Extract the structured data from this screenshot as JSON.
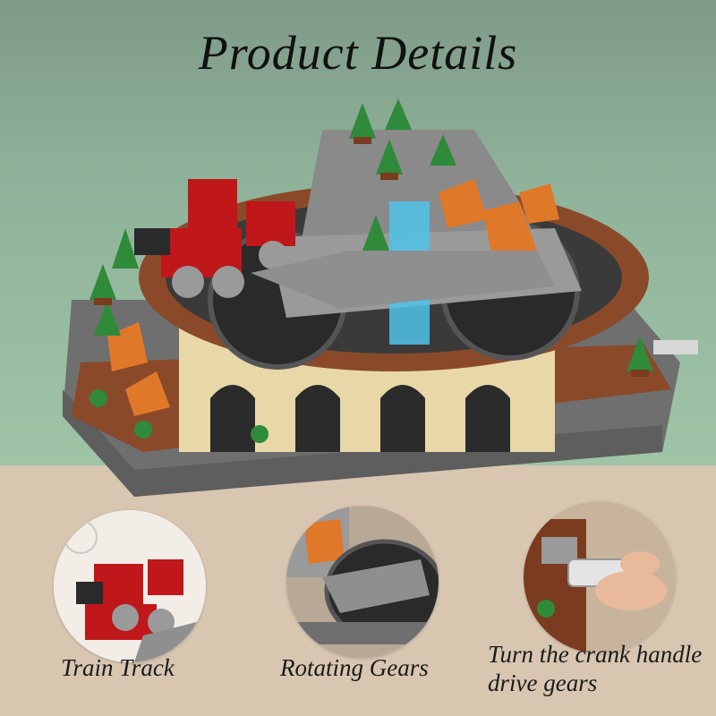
{
  "page": {
    "title": "Product Details"
  },
  "details": [
    {
      "caption": "Train Track"
    },
    {
      "caption": "Rotating Gears"
    },
    {
      "caption_line1": "Turn the crank handle",
      "caption_line2": "drive gears"
    }
  ],
  "colors": {
    "background_top": "#8fb39a",
    "background_bottom": "#d8c6b1",
    "brick_gray": "#7b7b7b",
    "brick_brown": "#8a4a2a",
    "brick_tan": "#e8d8a8",
    "brick_green": "#2f8a3a",
    "brick_red": "#c0171a",
    "brick_orange": "#e0782a",
    "brick_trans_blue": "#4fc3e8"
  }
}
